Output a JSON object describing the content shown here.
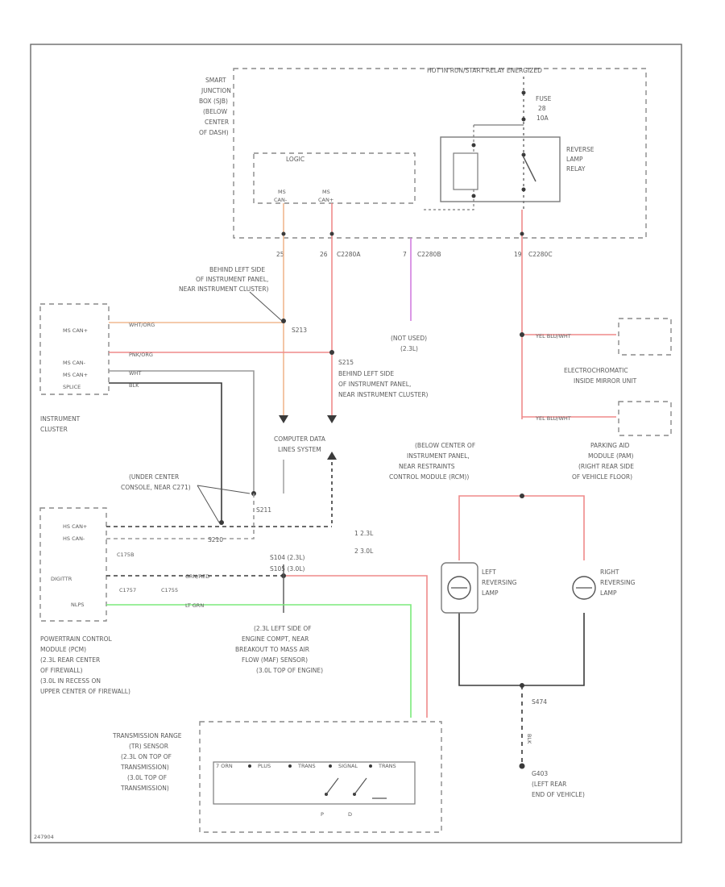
{
  "labels": {
    "hot_run": "HOT IN RUN/START RELAY ENERGIZED",
    "fuse": [
      "FUSE",
      "28",
      "10A"
    ],
    "sjb": [
      "SMART",
      "JUNCTION",
      "BOX (SJB)",
      "(BELOW",
      "CENTER",
      "OF DASH)"
    ],
    "logic": "LOGIC",
    "ms_can_a": [
      "MS",
      "CAN-"
    ],
    "ms_can_b": [
      "MS",
      "CAN+"
    ],
    "reverse_relay": [
      "REVERSE",
      "LAMP",
      "RELAY"
    ],
    "pin_25": "25",
    "pin_26": "26",
    "c2280a": "C2280A",
    "pin_7": "7",
    "c2280b": "C2280B",
    "pin_19": "19",
    "c2280c": "C2280C",
    "behind_left_1": [
      "BEHIND LEFT SIDE",
      "OF INSTRUMENT PANEL,",
      "NEAR INSTRUMENT CLUSTER)"
    ],
    "s213": "S213",
    "s215": "S215",
    "behind_left_2": [
      "BEHIND LEFT SIDE",
      "OF INSTRUMENT PANEL,",
      "NEAR INSTRUMENT CLUSTER)"
    ],
    "not_used": [
      "(NOT USED)",
      "(2.3L)"
    ],
    "cluster_pins": [
      "MS CAN+",
      "MS CAN-",
      "MS CAN+",
      "SPLICE"
    ],
    "wire_wh_org": "WHT/ORG",
    "wire_pnk_org": "PNK/ORG",
    "wire_wht": "WHT",
    "wire_blk": "BLK",
    "instrument_cluster": [
      "INSTRUMENT",
      "CLUSTER"
    ],
    "wire_yel_blu_1": "YEL BLU/WHT",
    "electrochromic": [
      "ELECTROCHROMATIC",
      "INSIDE MIRROR UNIT"
    ],
    "wire_yel_blu_2": "YEL BLU/WHT",
    "computer_data": [
      "COMPUTER DATA",
      "LINES SYSTEM"
    ],
    "below_center": [
      "(BELOW CENTER OF",
      "INSTRUMENT PANEL,",
      "NEAR RESTRAINTS",
      "CONTROL MODULE (RCM))"
    ],
    "parking_aid": [
      "PARKING AID",
      "MODULE (PAM)",
      "(RIGHT REAR SIDE",
      "OF VEHICLE FLOOR)"
    ],
    "under_center": [
      "(UNDER CENTER",
      "CONSOLE, NEAR C271)"
    ],
    "s211": "S211",
    "s210": "S210",
    "pcm_pins": [
      "HS CAN+",
      "HS CAN-"
    ],
    "c175b": "C175B",
    "note_1": "1  2.3L",
    "note_2": "2  3.0L",
    "s104": "S104 (2.3L)",
    "s105": "S105 (3.0L)",
    "digitr": "DIGITTR",
    "c1757": "C1757",
    "c1755": "C1755",
    "wire_grn_red": "GRN/RED",
    "nlps": "NLPS",
    "wire_lt_grn": "LT GRN",
    "left_lamp": [
      "LEFT",
      "REVERSING",
      "LAMP"
    ],
    "right_lamp": [
      "RIGHT",
      "REVERSING",
      "LAMP"
    ],
    "pcm": [
      "POWERTRAIN CONTROL",
      "MODULE (PCM)",
      "(2.3L REAR CENTER",
      "OF FIREWALL)",
      "(3.0L IN RECESS ON",
      "UPPER CENTER OF FIREWALL)"
    ],
    "engine_compt": [
      "(2.3L LEFT SIDE OF",
      "ENGINE COMPT, NEAR",
      "BREAKOUT TO MASS AIR",
      "FLOW (MAF) SENSOR)",
      "(3.0L TOP OF ENGINE)"
    ],
    "s474": "S474",
    "g403": [
      "G403",
      "(LEFT REAR",
      "END OF VEHICLE)"
    ],
    "wire_blk_g": "BLK",
    "tr_sensor": [
      "TRANSMISSION RANGE",
      "(TR) SENSOR",
      "(2.3L ON TOP OF",
      "TRANSMISSION)",
      "(3.0L TOP OF",
      "TRANSMISSION)"
    ],
    "tr_pins": [
      "7 ORN",
      "PLUS",
      "TRANS",
      "SIGNAL",
      "TRANS"
    ],
    "pin_p": "P",
    "pin_d": "D",
    "corner_code": "247904"
  },
  "wire_colors": {
    "red": "#ef8a8a",
    "orange": "#f0b890",
    "violet": "#d27fe0",
    "green": "#7bea7b",
    "dark": "#3a3a3a",
    "grey": "#9a9a9a"
  }
}
